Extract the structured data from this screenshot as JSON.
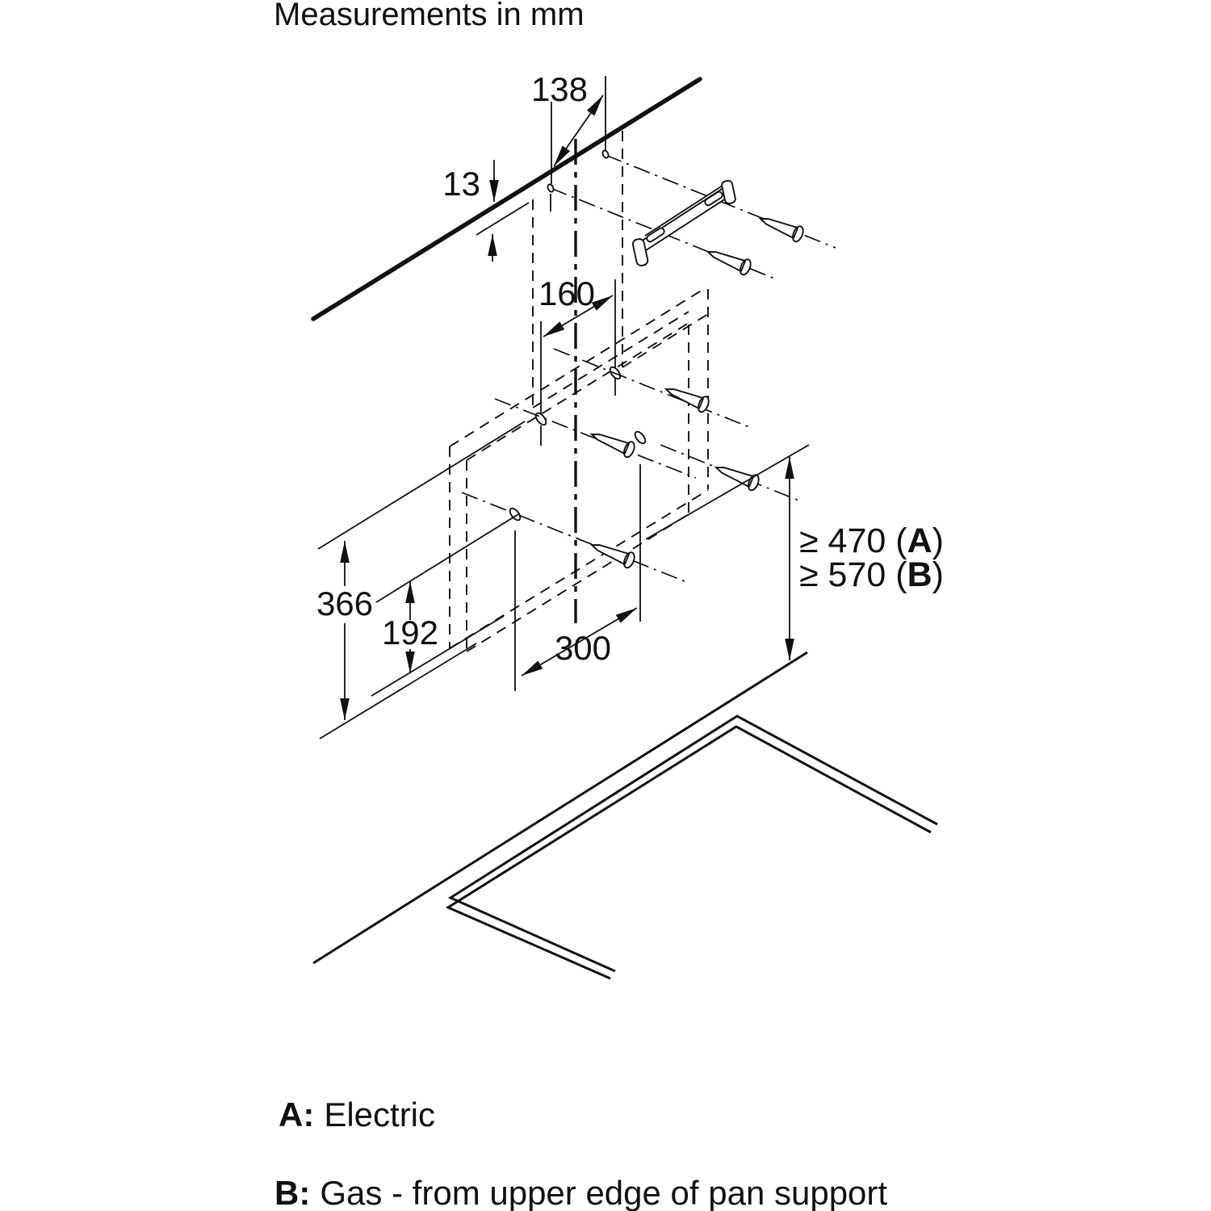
{
  "title": "Measurements in mm",
  "dimensions": {
    "bracket_hole_spacing": "138",
    "bracket_wall_offset": "13",
    "upper_slot_spacing": "160",
    "rear_panel_height": "366",
    "hole_row_gap": "192",
    "lower_hole_spacing": "300"
  },
  "clearance": {
    "line_a": {
      "prefix": "≥ 470 (",
      "key": "A",
      "suffix": ")"
    },
    "line_b": {
      "prefix": "≥ 570 (",
      "key": "B",
      "suffix": ")"
    }
  },
  "legend": {
    "a": {
      "key": "A:",
      "label": "Electric"
    },
    "b": {
      "key": "B:",
      "label": "Gas - from upper edge of pan support"
    }
  },
  "colors": {
    "line": "#111111",
    "background": "#ffffff"
  }
}
